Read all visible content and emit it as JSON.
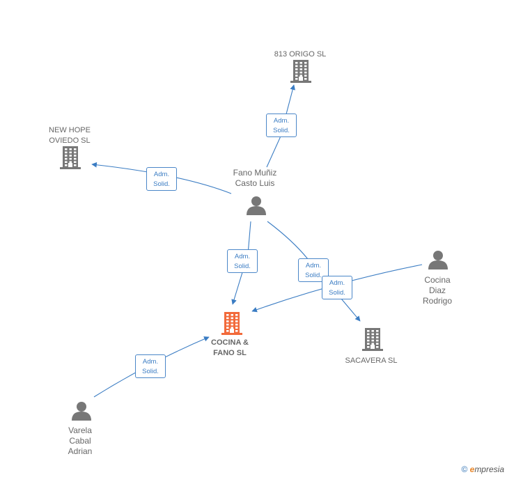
{
  "colors": {
    "edge": "#3a7cc3",
    "node_gray": "#777777",
    "node_main": "#f26a3b"
  },
  "nodes": [
    {
      "id": "origo",
      "type": "company",
      "label": "813 ORIGO  SL",
      "icon": "building-icon"
    },
    {
      "id": "newhope",
      "type": "company",
      "label": "NEW HOPE\nOVIEDO  SL",
      "icon": "building-icon"
    },
    {
      "id": "fano",
      "type": "person",
      "label": "Fano Muñiz\nCasto Luis",
      "icon": "person-icon"
    },
    {
      "id": "cocina",
      "type": "company_main",
      "label": "COCINA &\nFANO  SL",
      "icon": "building-icon"
    },
    {
      "id": "sacavera",
      "type": "company",
      "label": "SACAVERA  SL",
      "icon": "building-icon"
    },
    {
      "id": "cocinadiaz",
      "type": "person",
      "label": "Cocina\nDiaz\nRodrigo",
      "icon": "person-icon"
    },
    {
      "id": "varela",
      "type": "person",
      "label": "Varela\nCabal\nAdrian",
      "icon": "person-icon"
    }
  ],
  "edges": [
    {
      "from": "fano",
      "to": "origo",
      "label": "Adm.\nSolid."
    },
    {
      "from": "fano",
      "to": "newhope",
      "label": "Adm.\nSolid."
    },
    {
      "from": "fano",
      "to": "cocina",
      "label": "Adm.\nSolid."
    },
    {
      "from": "fano",
      "to": "sacavera",
      "label": "Adm.\nSolid."
    },
    {
      "from": "cocinadiaz",
      "to": "cocina",
      "label": "Adm.\nSolid."
    },
    {
      "from": "varela",
      "to": "cocina",
      "label": "Adm.\nSolid."
    }
  ],
  "copyright": {
    "symbol": "©",
    "brand_initial": "e",
    "brand_rest": "mpresia"
  }
}
